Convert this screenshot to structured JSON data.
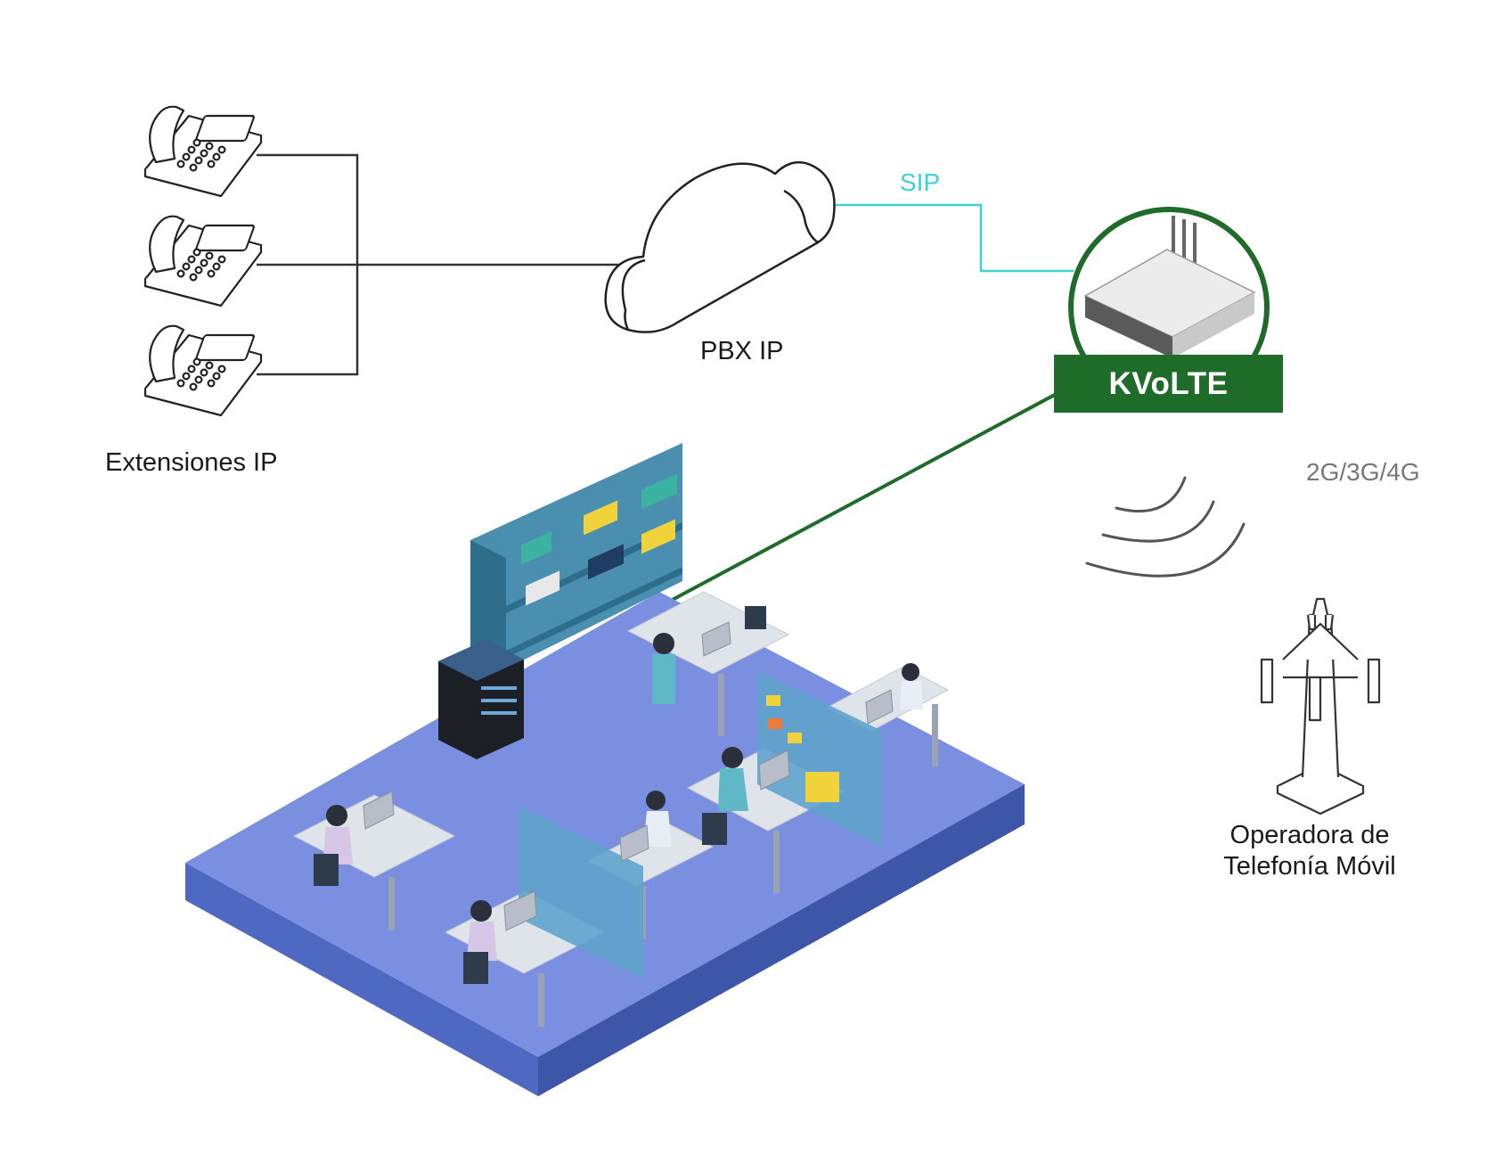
{
  "labels": {
    "extensions": "Extensiones IP",
    "pbx": "PBX IP",
    "sip": "SIP",
    "gateway": "KVoLTE",
    "network": "2G/3G/4G",
    "operator_line1": "Operadora de",
    "operator_line2": "Telefonía Móvil"
  },
  "colors": {
    "sip_link": "#3fd0d8",
    "gateway_green": "#1e6b2a",
    "wire": "#333333",
    "floor": "#7a8fe0",
    "shelf": "#4a8fb0"
  },
  "icons": [
    "ip-phone-icon",
    "cloud-icon",
    "gateway-router-icon",
    "signal-waves-icon",
    "cell-tower-icon",
    "office-illustration"
  ]
}
